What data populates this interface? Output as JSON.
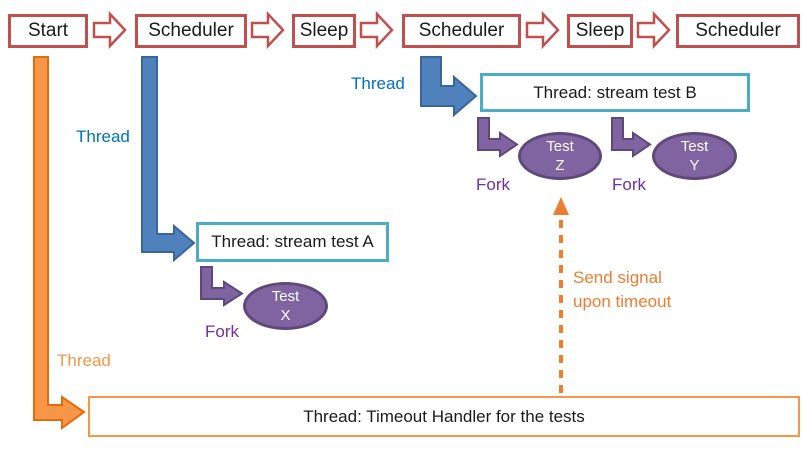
{
  "title": "Scheduler thread flow diagram",
  "colors": {
    "flow_box_border_red": "#C0504D",
    "thread_arrow_blue": "#4F81BD",
    "thread_label_blue": "#0070C0",
    "thread_box_border_cyan": "#4BACC6",
    "fork_arrow_purple": "#8064A2",
    "fork_label_purple": "#7030A0",
    "timeout_orange": "#F79646",
    "signal_orange": "#ED7D31"
  },
  "flow": {
    "boxes": [
      {
        "label": "Start"
      },
      {
        "label": "Scheduler"
      },
      {
        "label": "Sleep"
      },
      {
        "label": "Scheduler"
      },
      {
        "label": "Sleep"
      },
      {
        "label": "Scheduler"
      }
    ]
  },
  "thread_a": {
    "thread_label": "Thread",
    "box_label": "Thread: stream test A",
    "fork_label": "Fork",
    "test": {
      "line1": "Test",
      "line2": "X"
    }
  },
  "thread_b": {
    "thread_label": "Thread",
    "box_label": "Thread: stream test B",
    "fork_z_label": "Fork",
    "test_z": {
      "line1": "Test",
      "line2": "Z"
    },
    "fork_y_label": "Fork",
    "test_y": {
      "line1": "Test",
      "line2": "Y"
    }
  },
  "timeout": {
    "thread_label": "Thread",
    "box_label": "Thread: Timeout Handler for the tests",
    "signal_line1": "Send signal",
    "signal_line2": "upon timeout"
  }
}
